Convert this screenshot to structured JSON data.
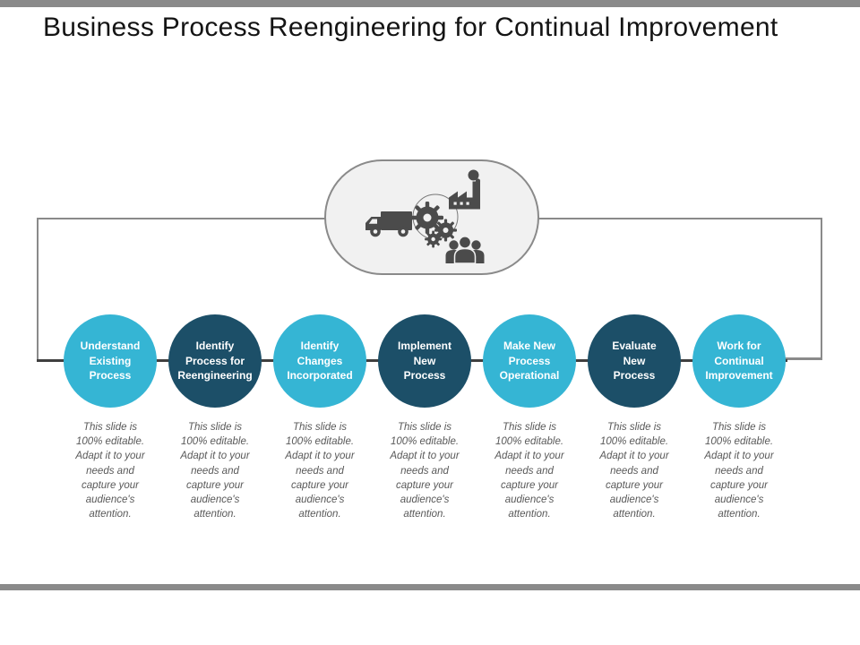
{
  "slide": {
    "title": "Business Process Reengineering for Continual Improvement"
  },
  "colors": {
    "teal": "#35b5d4",
    "navy": "#1c4f68",
    "bar_gray": "#8a8a8a",
    "bracket_gray": "#8a8a8a",
    "connector_dark": "#3f3f3f",
    "icon_gray": "#4b4b4b",
    "stadium_fill": "#f1f1f1",
    "caption_gray": "#595959"
  },
  "center_graphic": {
    "icons": [
      "truck-icon",
      "gears-icon",
      "factory-icon",
      "team-icon"
    ]
  },
  "steps": [
    {
      "label": "Understand\nExisting\nProcess",
      "color": "#35b5d4",
      "description": "This slide is\n100% editable.\nAdapt it to your\nneeds and\ncapture your\naudience's\nattention."
    },
    {
      "label": "Identify\nProcess for\nReengineering",
      "color": "#1c4f68",
      "description": "This slide is\n100% editable.\nAdapt it to your\nneeds and\ncapture your\naudience's\nattention."
    },
    {
      "label": "Identify\nChanges\nIncorporated",
      "color": "#35b5d4",
      "description": "This slide is\n100% editable.\nAdapt it to your\nneeds and\ncapture your\naudience's\nattention."
    },
    {
      "label": "Implement\nNew\nProcess",
      "color": "#1c4f68",
      "description": "This slide is\n100% editable.\nAdapt it to your\nneeds and\ncapture your\naudience's\nattention."
    },
    {
      "label": "Make New\nProcess\nOperational",
      "color": "#35b5d4",
      "description": "This slide is\n100% editable.\nAdapt it to your\nneeds and\ncapture your\naudience's\nattention."
    },
    {
      "label": "Evaluate\nNew\nProcess",
      "color": "#1c4f68",
      "description": "This slide is\n100% editable.\nAdapt it to your\nneeds and\ncapture your\naudience's\nattention."
    },
    {
      "label": "Work for\nContinual\nImprovement",
      "color": "#35b5d4",
      "description": "This slide is\n100% editable.\nAdapt it to your\nneeds and\ncapture your\naudience's\nattention."
    }
  ]
}
